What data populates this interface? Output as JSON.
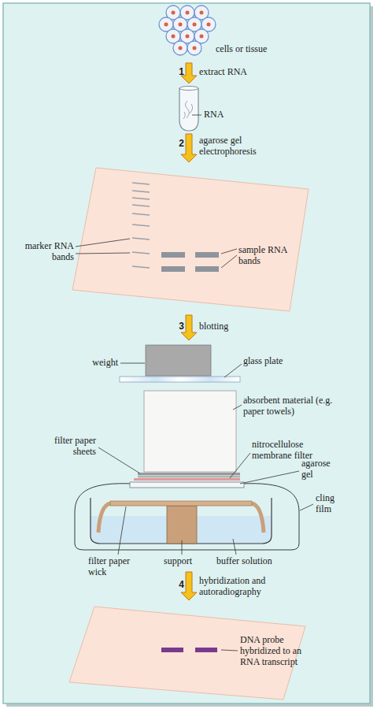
{
  "diagram": {
    "labels": [
      "cells or tissue",
      "1",
      "extract RNA",
      "RNA",
      "2",
      "agarose gel electrophoresis",
      "marker RNA bands",
      "sample RNA bands",
      "3",
      "blotting",
      "weight",
      "glass plate",
      "absorbent material (e.g. paper towels)",
      "filter paper sheets",
      "nitrocellulose membrane filter",
      "agarose gel",
      "cling film",
      "filter paper wick",
      "support",
      "buffer solution",
      "4",
      "hybridization and autoradiography",
      "DNA probe hybridized to an RNA transcript"
    ]
  }
}
